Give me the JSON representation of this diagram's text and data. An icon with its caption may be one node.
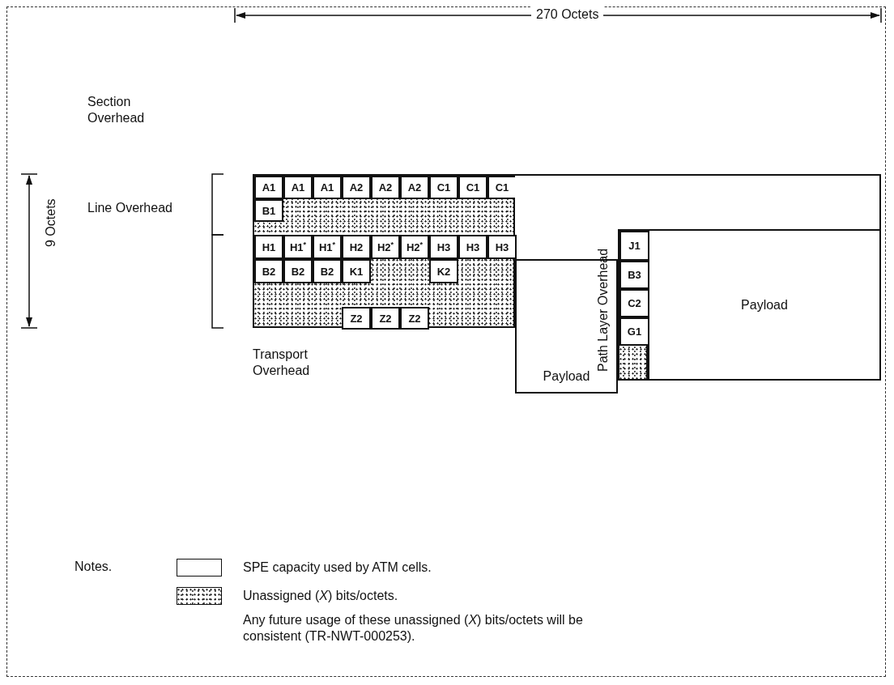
{
  "diagram": {
    "nodes": [
      {
        "text": [],
        "shape": "box"
      },
      {
        "text": [
          "A1"
        ],
        "in": 0
      },
      {
        "text": [
          "A1"
        ],
        "in": 0
      },
      {
        "text": [
          "A1"
        ],
        "in": 0
      },
      {
        "text": [
          "A2"
        ],
        "in": 0
      },
      {
        "text": [
          "A2"
        ],
        "in": 0
      },
      {
        "text": [
          "A2"
        ],
        "in": 0
      },
      {
        "text": [
          "C1"
        ],
        "in": 0
      },
      {
        "text": [
          "C1"
        ],
        "in": 0
      },
      {
        "text": [
          "C1"
        ],
        "in": 0
      },
      {
        "text": [
          "B1"
        ],
        "in": 0
      },
      {
        "text": [
          "H1"
        ],
        "in": 0
      },
      {
        "text": [
          "H1$^{*}$"
        ],
        "in": 0
      },
      {
        "text": [
          "H1$^{*}$"
        ],
        "in": 0
      },
      {
        "text": [
          "H2"
        ],
        "in": 0
      },
      {
        "text": [
          "H2$^{*}$"
        ],
        "in": 0
      },
      {
        "text": [
          "H2$^{*}$"
        ],
        "in": 0
      },
      {
        "text": [
          "H3"
        ],
        "in": 0
      },
      {
        "text": [
          "H3"
        ],
        "in": 0
      },
      {
        "text": [
          "H3"
        ],
        "in": 0
      },
      {
        "text": [
          "B2"
        ],
        "in": 0
      },
      {
        "text": [
          "B2"
        ],
        "in": 0
      },
      {
        "text": [
          "B2"
        ],
        "in": 0
      },
      {
        "text": [
          "K1"
        ],
        "in": 0
      },
      {
        "text": [
          "K2"
        ],
        "in": 0
      },
      {
        "text": [
          "Z2"
        ],
        "in": 0
      },
      {
        "text": [
          "Z2"
        ],
        "in": 0
      },
      {
        "text": [
          "Z2"
        ],
        "in": 0
      },
      {
        "text": [],
        "shape": "box"
      },
      {
        "text": [
          "Payload"
        ]
      },
      {
        "text": [],
        "shape": "box"
      },
      {
        "text": [
          "J1"
        ],
        "in": 30
      },
      {
        "text": [
          "B3"
        ],
        "in": 30
      },
      {
        "text": [
          "C2"
        ],
        "in": 30
      },
      {
        "text": [
          "G1"
        ],
        "in": 30
      },
      {
        "text": [
          "Payload"
        ]
      }
    ],
    "edges": [],
    "labels": [
      "270 Octets",
      "9 Octets",
      "Section Overhead",
      "Line Overhead",
      "Transport Overhead",
      "Path Layer Overhead",
      "Notes.",
      "Any future usage of these unassigned (*X*) bits/octets will be consistent (TR-NWT-000253)."
    ],
    "legend": [
      {
        "text": "SPE capacity used by ATM cells.",
        "color": "#ffffff"
      },
      {
        "text": "Unassigned (*X*) bits/octets."
      }
    ]
  }
}
